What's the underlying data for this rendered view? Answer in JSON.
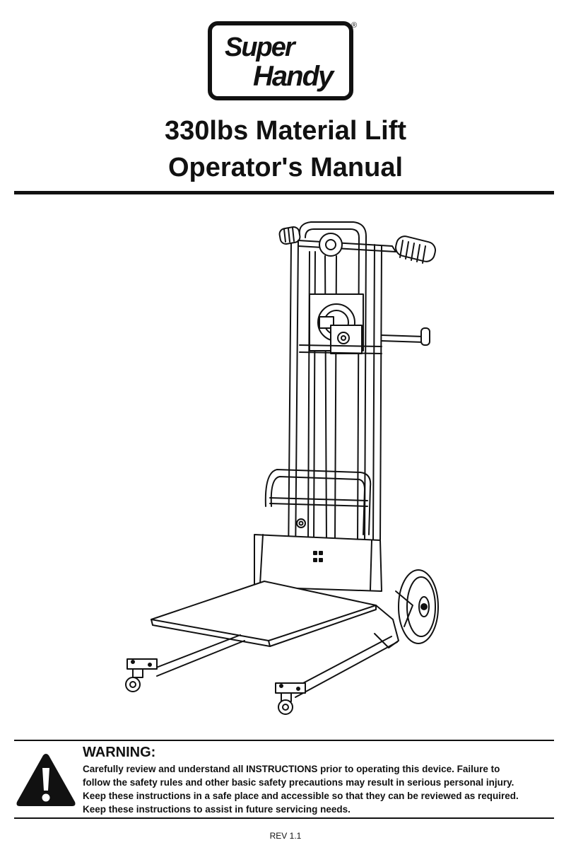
{
  "brand": {
    "line1": "Super",
    "line2": "Handy",
    "registered_mark": "®"
  },
  "title": {
    "line1": "330lbs Material Lift",
    "line2": "Operator's Manual"
  },
  "warning": {
    "heading": "WARNING:",
    "lines": [
      "Carefully review and understand all INSTRUCTIONS prior to operating this device. Failure to",
      "follow the safety rules and other basic safety precautions may result in serious personal injury.",
      "Keep these instructions in a safe place and accessible so that they can be reviewed as required.",
      "Keep these instructions to assist in future servicing needs."
    ]
  },
  "revision": "REV 1.1"
}
